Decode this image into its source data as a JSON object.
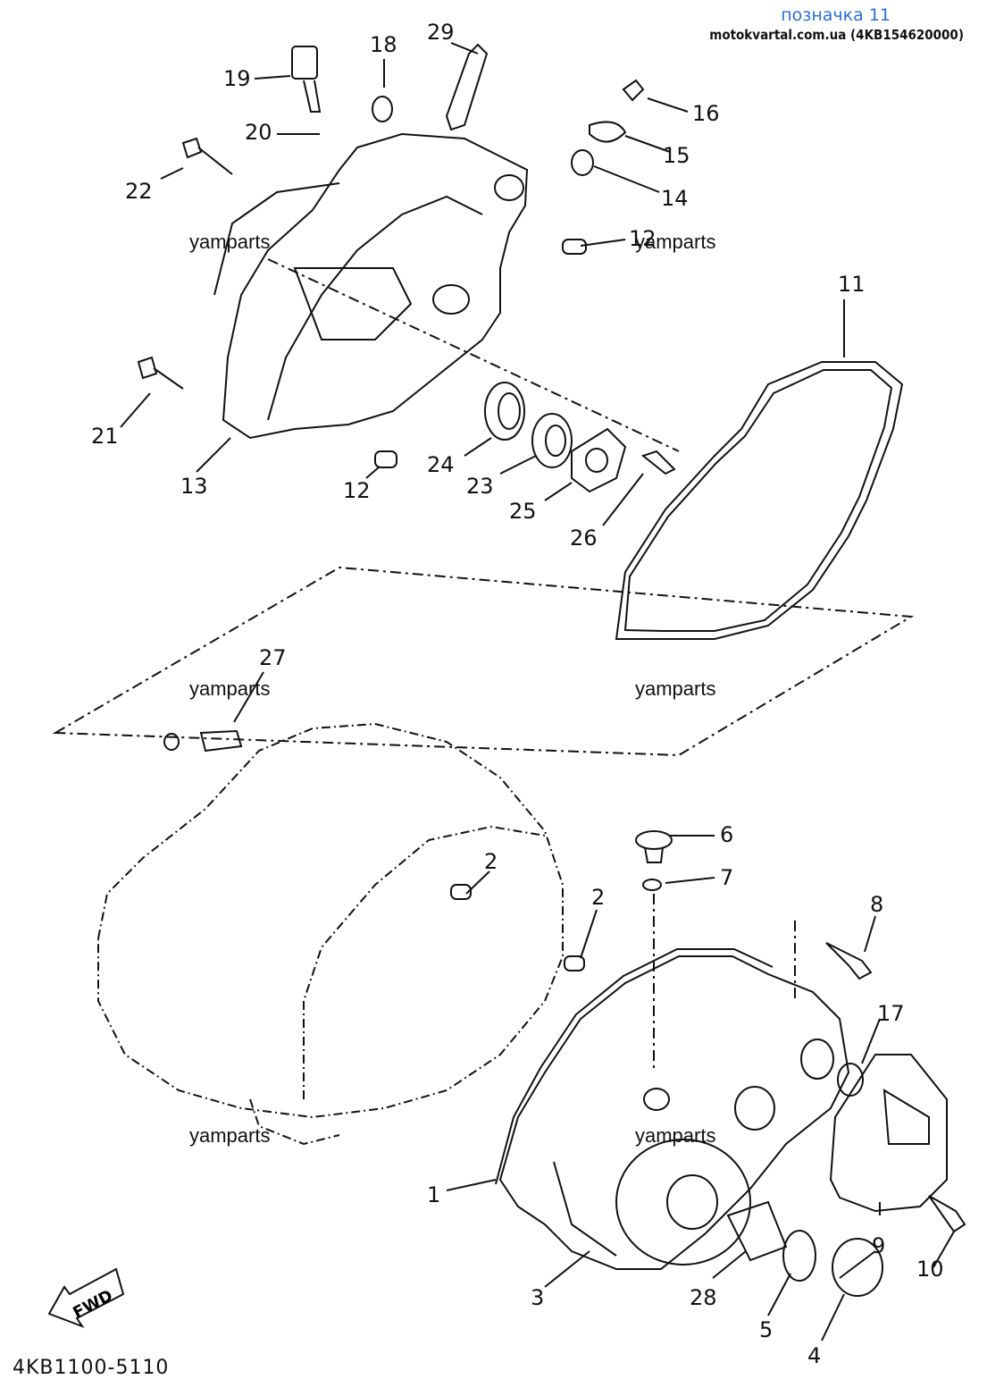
{
  "header": {
    "title_link": "позначка 11",
    "site_ref": "motokvartal.com.ua (4KB154620000)"
  },
  "watermark": "yamparts",
  "diagram_code": "4KB1100-5110",
  "fwd_label": "FWD",
  "callouts": [
    "1",
    "2",
    "2",
    "3",
    "4",
    "5",
    "6",
    "7",
    "8",
    "9",
    "10",
    "11",
    "12",
    "12",
    "13",
    "14",
    "15",
    "16",
    "17",
    "18",
    "19",
    "20",
    "21",
    "22",
    "23",
    "24",
    "25",
    "26",
    "27",
    "28",
    "29"
  ]
}
